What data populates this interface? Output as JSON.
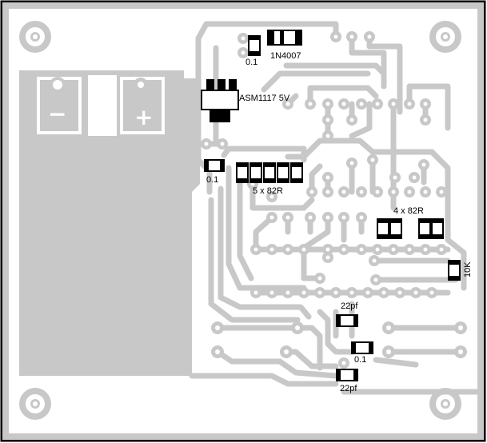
{
  "labels": {
    "cap_top": "0.1",
    "diode": "1N4007",
    "regulator": "ASM1117 5V",
    "cap_reg": "0.1",
    "resistors_5": "5 x 82R",
    "resistors_4": "4 x 82R",
    "res_10k": "10K",
    "cap_22pf_top": "22pf",
    "cap_bottom": "0.1",
    "cap_22pf_bottom": "22pf",
    "minus": "−",
    "plus": "+"
  },
  "colors": {
    "copper": "#c8c8c8",
    "background": "#ffffff",
    "silkscreen": "#000000"
  }
}
